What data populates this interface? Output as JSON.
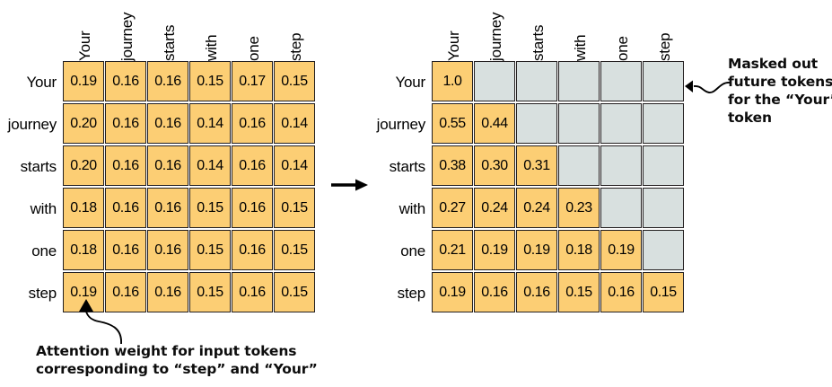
{
  "figure": {
    "title_tokens": [
      "Your",
      "journey",
      "starts",
      "with",
      "one",
      "step"
    ],
    "colors": {
      "attention_cell": "#fcce74",
      "masked_cell": "#d8e0df",
      "cell_border": "#231f20",
      "text": "#000000"
    }
  },
  "chart_data": {
    "type": "heatmap",
    "title": "",
    "xlabel": "",
    "ylabel": "",
    "panels": [
      {
        "name": "unmasked-attention-weights",
        "columns": [
          "Your",
          "journey",
          "starts",
          "with",
          "one",
          "step"
        ],
        "rows": [
          "Your",
          "journey",
          "starts",
          "with",
          "one",
          "step"
        ],
        "values": [
          [
            "0.19",
            "0.16",
            "0.16",
            "0.15",
            "0.17",
            "0.15"
          ],
          [
            "0.20",
            "0.16",
            "0.16",
            "0.14",
            "0.16",
            "0.14"
          ],
          [
            "0.20",
            "0.16",
            "0.16",
            "0.14",
            "0.16",
            "0.14"
          ],
          [
            "0.18",
            "0.16",
            "0.16",
            "0.15",
            "0.16",
            "0.15"
          ],
          [
            "0.18",
            "0.16",
            "0.16",
            "0.15",
            "0.16",
            "0.15"
          ],
          [
            "0.19",
            "0.16",
            "0.16",
            "0.15",
            "0.16",
            "0.15"
          ]
        ],
        "masked": [
          [
            false,
            false,
            false,
            false,
            false,
            false
          ],
          [
            false,
            false,
            false,
            false,
            false,
            false
          ],
          [
            false,
            false,
            false,
            false,
            false,
            false
          ],
          [
            false,
            false,
            false,
            false,
            false,
            false
          ],
          [
            false,
            false,
            false,
            false,
            false,
            false
          ],
          [
            false,
            false,
            false,
            false,
            false,
            false
          ]
        ]
      },
      {
        "name": "causal-masked-attention-weights",
        "columns": [
          "Your",
          "journey",
          "starts",
          "with",
          "one",
          "step"
        ],
        "rows": [
          "Your",
          "journey",
          "starts",
          "with",
          "one",
          "step"
        ],
        "values": [
          [
            "1.0",
            "",
            "",
            "",
            "",
            ""
          ],
          [
            "0.55",
            "0.44",
            "",
            "",
            "",
            ""
          ],
          [
            "0.38",
            "0.30",
            "0.31",
            "",
            "",
            ""
          ],
          [
            "0.27",
            "0.24",
            "0.24",
            "0.23",
            "",
            ""
          ],
          [
            "0.21",
            "0.19",
            "0.19",
            "0.18",
            "0.19",
            ""
          ],
          [
            "0.19",
            "0.16",
            "0.16",
            "0.15",
            "0.16",
            "0.15"
          ]
        ],
        "masked": [
          [
            false,
            true,
            true,
            true,
            true,
            true
          ],
          [
            false,
            false,
            true,
            true,
            true,
            true
          ],
          [
            false,
            false,
            false,
            true,
            true,
            true
          ],
          [
            false,
            false,
            false,
            false,
            true,
            true
          ],
          [
            false,
            false,
            false,
            false,
            false,
            true
          ],
          [
            false,
            false,
            false,
            false,
            false,
            false
          ]
        ]
      }
    ]
  },
  "annotations": {
    "masked_note": {
      "lines": [
        "Masked out",
        "future tokens",
        "for the “Your”",
        "token"
      ]
    },
    "weight_note": {
      "lines": [
        "Attention weight for input tokens",
        "corresponding to “step” and “Your”"
      ]
    }
  }
}
